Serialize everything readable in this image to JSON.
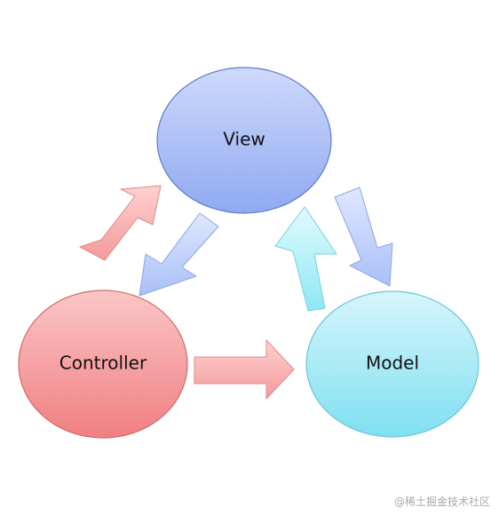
{
  "nodes": {
    "view": {
      "label": "View"
    },
    "controller": {
      "label": "Controller"
    },
    "model": {
      "label": "Model"
    }
  },
  "arrows": [
    {
      "from": "controller",
      "to": "view",
      "color": "red"
    },
    {
      "from": "view",
      "to": "controller",
      "color": "blue"
    },
    {
      "from": "controller",
      "to": "model",
      "color": "red"
    },
    {
      "from": "model",
      "to": "view",
      "color": "cyan"
    },
    {
      "from": "view",
      "to": "model",
      "color": "blue"
    }
  ],
  "colors": {
    "view_fill_top": "#cfd9fb",
    "view_fill_bottom": "#8fa9f2",
    "view_stroke": "#5f7ec8",
    "controller_fill_top": "#fbc6c6",
    "controller_fill_bottom": "#f07f82",
    "controller_stroke": "#d06a6a",
    "model_fill_top": "#d7f5fb",
    "model_fill_bottom": "#7fe0f1",
    "model_stroke": "#6fc4d6",
    "arrow_red_light": "#ffd1d1",
    "arrow_red_dark": "#f39a9a",
    "arrow_red_stroke": "#e08a8a",
    "arrow_blue_light": "#dfe8ff",
    "arrow_blue_dark": "#a9bff7",
    "arrow_blue_stroke": "#8ea7e3",
    "arrow_cyan_light": "#e0fbff",
    "arrow_cyan_dark": "#8fe7f3",
    "arrow_cyan_stroke": "#78cfe0"
  },
  "watermark": {
    "text": "@稀土掘金技术社区"
  }
}
